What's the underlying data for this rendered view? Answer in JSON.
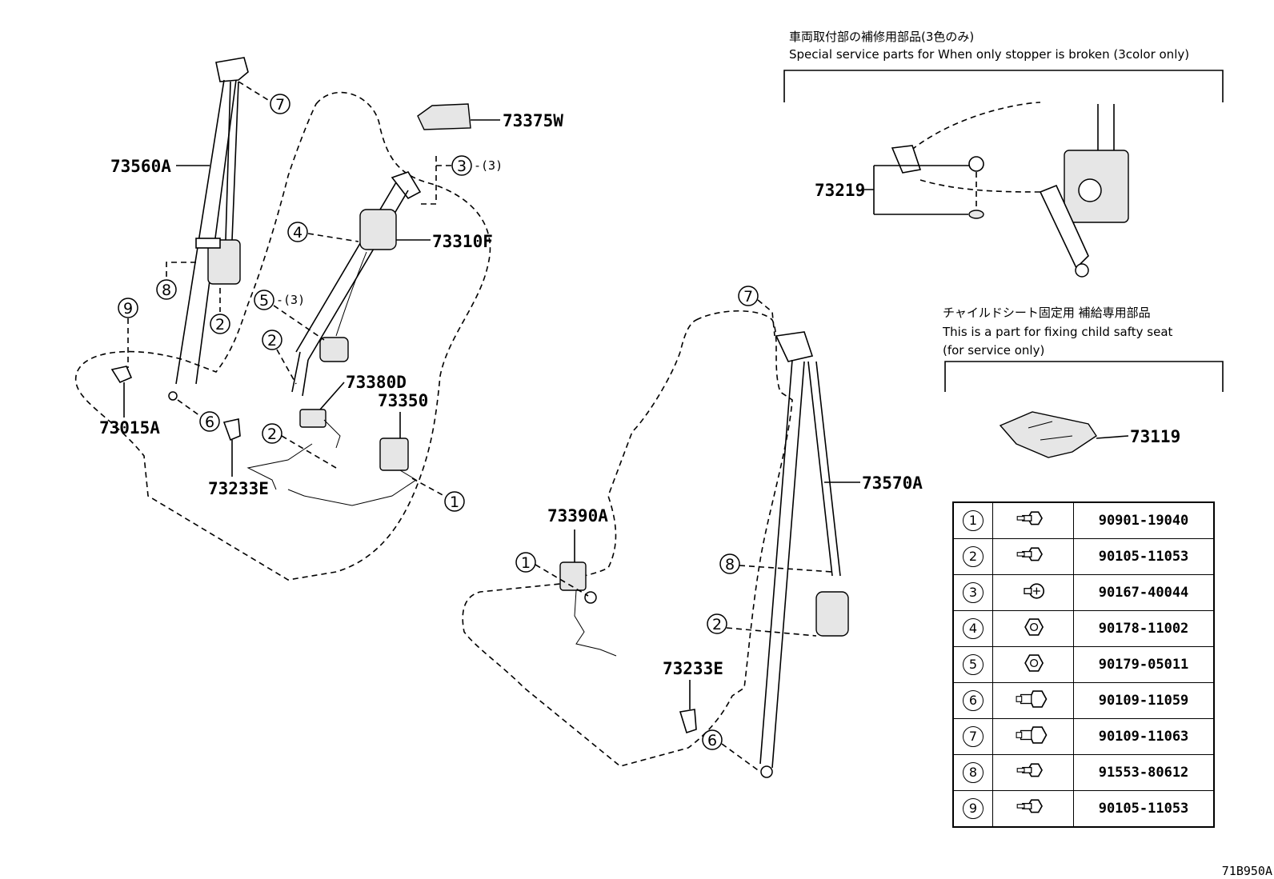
{
  "diagram_id": "71B950A",
  "service_notes": {
    "stopper": {
      "title_jp": "車両取付部の補修用部品(3色のみ)",
      "title_en": "Special service parts for When only stopper is broken (3color only)"
    },
    "child_seat": {
      "title_jp": "チャイルドシート固定用 補給専用部品",
      "title_en_1": "This is a part for fixing child safty seat",
      "title_en_2": "(for service only)"
    }
  },
  "part_labels": {
    "p73560A": "73560A",
    "p73375W": "73375W",
    "p73310F": "73310F",
    "p73380D": "73380D",
    "p73350": "73350",
    "p73015A": "73015A",
    "p73233E_left": "73233E",
    "p73390A": "73390A",
    "p73233E_right": "73233E",
    "p73570A": "73570A",
    "p73219": "73219",
    "p73119": "73119"
  },
  "callouts": {
    "c7_left": "7",
    "c3_top": "3",
    "c3_qty": "-(3)",
    "c4": "4",
    "c5": "5",
    "c5_qty": "-(3)",
    "c8_left": "8",
    "c2_a": "2",
    "c9": "9",
    "c2_b": "2",
    "c6_left": "6",
    "c2_c": "2",
    "c1_left": "1",
    "c7_right": "7",
    "c1_right": "1",
    "c8_right": "8",
    "c2_right": "2",
    "c6_right": "6"
  },
  "fastener_table": [
    {
      "ref": "1",
      "part_no": "90901-19040",
      "icon": "flange-bolt-icon"
    },
    {
      "ref": "2",
      "part_no": "90105-11053",
      "icon": "flange-bolt-icon"
    },
    {
      "ref": "3",
      "part_no": "90167-40044",
      "icon": "screw-icon"
    },
    {
      "ref": "4",
      "part_no": "90178-11002",
      "icon": "nut-icon"
    },
    {
      "ref": "5",
      "part_no": "90179-05011",
      "icon": "nut-icon"
    },
    {
      "ref": "6",
      "part_no": "90109-11059",
      "icon": "shoulder-bolt-icon"
    },
    {
      "ref": "7",
      "part_no": "90109-11063",
      "icon": "shoulder-bolt-icon"
    },
    {
      "ref": "8",
      "part_no": "91553-80612",
      "icon": "flange-bolt-icon"
    },
    {
      "ref": "9",
      "part_no": "90105-11053",
      "icon": "flange-bolt-icon"
    }
  ]
}
